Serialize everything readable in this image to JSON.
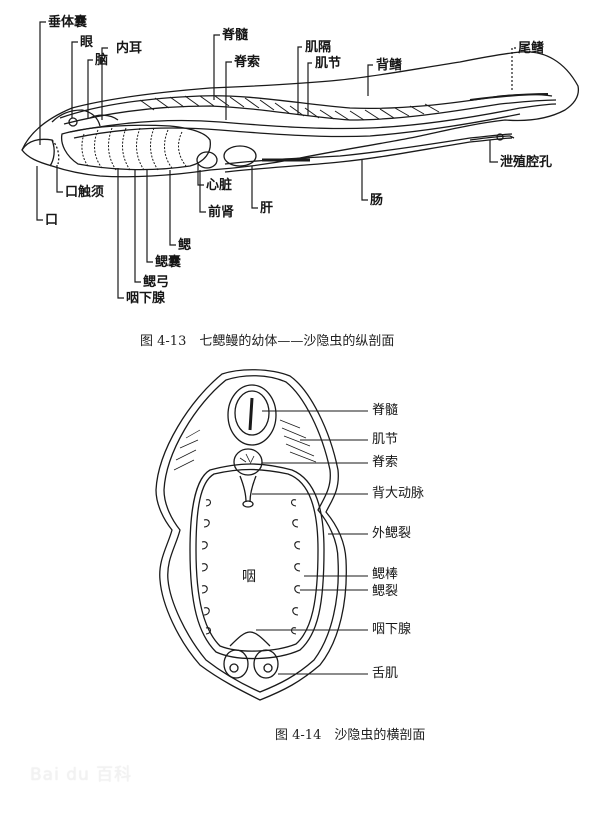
{
  "figure_4_13": {
    "caption": "图 4-13　七鳃鳗的幼体——沙隐虫的纵剖面",
    "labels": {
      "pituitary": "垂体囊",
      "eye": "眼",
      "brain": "脑",
      "inner_ear": "内耳",
      "spinal_cord": "脊髓",
      "notochord": "脊索",
      "myoseptum": "肌隔",
      "myomere": "肌节",
      "dorsal_fin": "背鳍",
      "tail_fin": "尾鳍",
      "cloacal_pore": "泄殖腔孔",
      "intestine": "肠",
      "liver": "肝",
      "pronephros": "前肾",
      "heart": "心脏",
      "oral_cirri": "口触须",
      "mouth": "口",
      "gill": "鳃",
      "gill_pouch": "鳃囊",
      "gill_arch": "鳃弓",
      "endostyle": "咽下腺"
    }
  },
  "figure_4_14": {
    "caption": "图 4-14　沙隐虫的横剖面",
    "center_label": "咽",
    "labels": {
      "spinal_cord": "脊髓",
      "myomere": "肌节",
      "notochord": "脊索",
      "dorsal_aorta": "背大动脉",
      "external_gill_slit": "外鳃裂",
      "gill_bar": "鳃棒",
      "gill_slit": "鳃裂",
      "endostyle": "咽下腺",
      "tongue_muscle": "舌肌"
    }
  },
  "watermark": "Bai du 百科"
}
